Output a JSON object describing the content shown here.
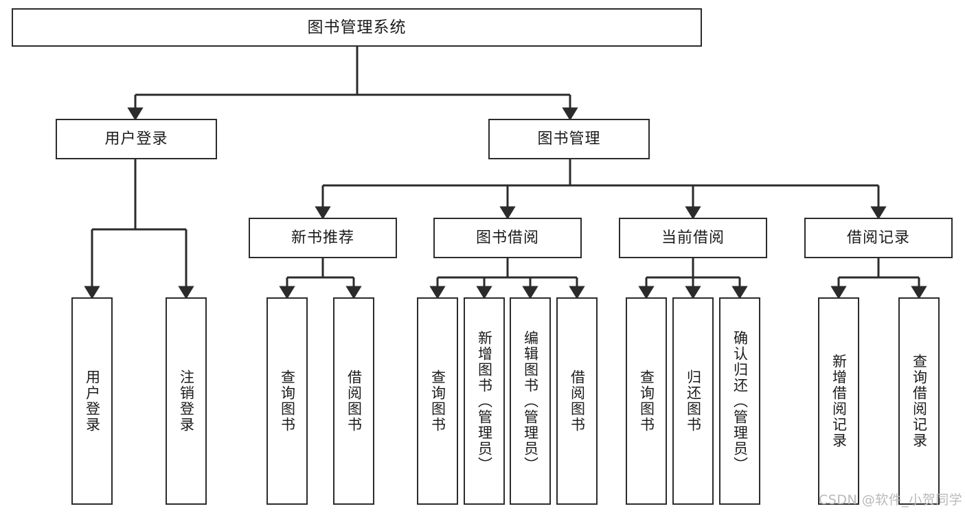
{
  "diagram": {
    "title": "图书管理系统",
    "type": "tree-hierarchy-chart",
    "watermark": "CSDN @软件_小贺同学",
    "colors": {
      "stroke": "#2b2b2b",
      "fill": "#ffffff",
      "text": "#1b1b1b",
      "watermark": "#b9b9b9"
    }
  },
  "nodes": {
    "root": {
      "label": "图书管理系统"
    },
    "level2": [
      {
        "id": "user-login",
        "label": "用户登录"
      },
      {
        "id": "book-management",
        "label": "图书管理"
      }
    ],
    "level3": [
      {
        "id": "new-book-recommend",
        "label": "新书推荐"
      },
      {
        "id": "book-borrow",
        "label": "图书借阅"
      },
      {
        "id": "current-borrow",
        "label": "当前借阅"
      },
      {
        "id": "borrow-record",
        "label": "借阅记录"
      }
    ],
    "leaves": [
      {
        "id": "leaf-user-login",
        "label": "用户登录",
        "parent": "user-login"
      },
      {
        "id": "leaf-logout",
        "label": "注销登录",
        "parent": "user-login"
      },
      {
        "id": "leaf-query-book-1",
        "label": "查询图书",
        "parent": "new-book-recommend"
      },
      {
        "id": "leaf-borrow-book-1",
        "label": "借阅图书",
        "parent": "new-book-recommend"
      },
      {
        "id": "leaf-query-book-2",
        "label": "查询图书",
        "parent": "book-borrow"
      },
      {
        "id": "leaf-add-book",
        "label": "新增图书（管理员）",
        "parent": "book-borrow"
      },
      {
        "id": "leaf-edit-book",
        "label": "编辑图书（管理员）",
        "parent": "book-borrow"
      },
      {
        "id": "leaf-borrow-book-2",
        "label": "借阅图书",
        "parent": "book-borrow"
      },
      {
        "id": "leaf-query-book-3",
        "label": "查询图书",
        "parent": "current-borrow"
      },
      {
        "id": "leaf-return-book",
        "label": "归还图书",
        "parent": "current-borrow"
      },
      {
        "id": "leaf-confirm-return",
        "label": "确认归还（管理员）",
        "parent": "current-borrow"
      },
      {
        "id": "leaf-add-record",
        "label": "新增借阅记录",
        "parent": "borrow-record"
      },
      {
        "id": "leaf-query-record",
        "label": "查询借阅记录",
        "parent": "borrow-record"
      }
    ]
  }
}
